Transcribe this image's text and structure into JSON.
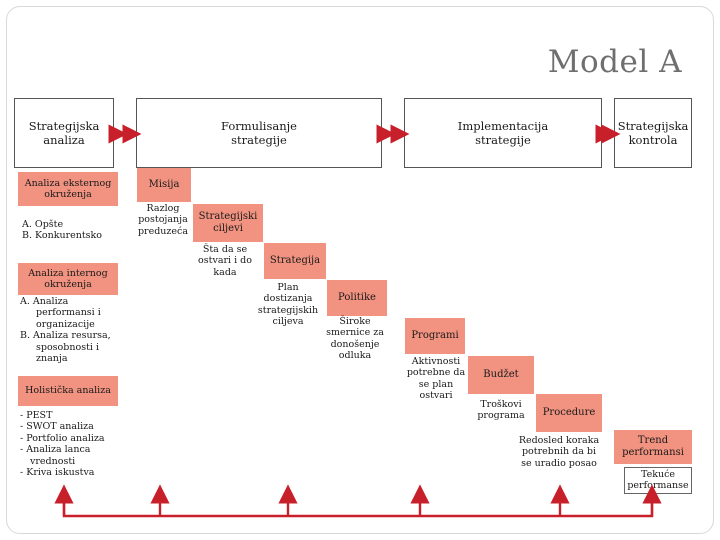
{
  "title": "Model A",
  "headers": {
    "analiza": "Strategijska analiza",
    "formulisanje": "Formulisanje strategije",
    "implementacija": "Implementacija strategije",
    "kontrola": "Strategijska kontrola"
  },
  "left": {
    "eksterno_title": "Analiza eksternog okruženja",
    "eksterno_items": [
      "A.  Opšte",
      "B.  Konkurentsko"
    ],
    "interno_title": "Analiza internog okruženja",
    "interno_items": [
      "A.  Analiza performansi i organizacije",
      "B.  Analiza resursa, sposobnosti i znanja"
    ],
    "holisticka_title": "Holistička analiza",
    "holisticka_items": [
      "-  PEST",
      "-  SWOT analiza",
      "-  Portfolio analiza",
      "-  Analiza lanca vrednosti",
      "-  Kriva iskustva"
    ]
  },
  "steps": {
    "misija": "Misija",
    "misija_desc": "Razlog postojanja preduzeća",
    "ciljevi": "Strategijski ciljevi",
    "ciljevi_desc": "Šta da se ostvari i do kada",
    "strategija": "Strategija",
    "strategija_desc": "Plan dostizanja strategijskih ciljeva",
    "politike": "Politike",
    "politike_desc": "Široke smernice za donošenje odluka",
    "programi": "Programi",
    "programi_desc": "Aktivnosti potrebne da se plan ostvari",
    "budzet": "Budžet",
    "budzet_desc": "Troškovi programa",
    "procedure": "Procedure",
    "procedure_desc": "Redosled koraka potrebnih da bi se uradio posao",
    "trend": "Trend performansi",
    "tekuce": "Tekuće performanse"
  },
  "colors": {
    "accent": "#f19380",
    "arrow": "#c8202a",
    "title": "#6f6f6f"
  }
}
